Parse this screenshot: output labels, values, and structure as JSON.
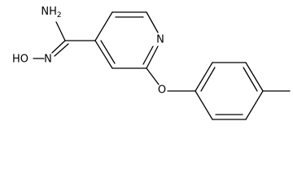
{
  "molecule": {
    "atoms": {
      "amine": "NH",
      "amine_sub": "2",
      "imine_n": "N",
      "hydroxyl": "HO",
      "ring_n": "N",
      "ether_o": "O"
    },
    "colors": {
      "bond": "#000000",
      "label": "#000000",
      "background": "#ffffff"
    }
  }
}
